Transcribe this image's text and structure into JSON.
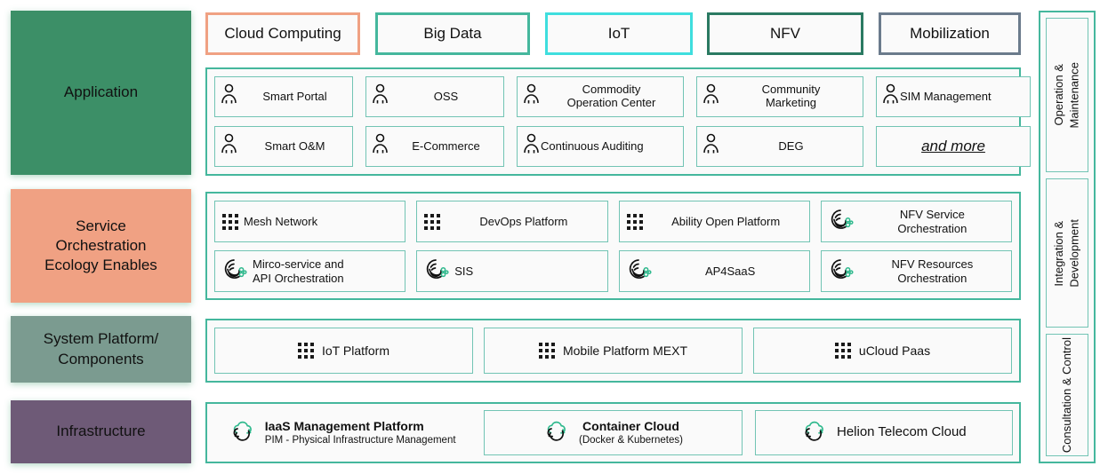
{
  "layers": [
    {
      "id": "application",
      "label": "Application",
      "color": "#3c8f67"
    },
    {
      "id": "service-orchestration",
      "label": "Service\nOrchestration\nEcology Enables",
      "color": "#f0a183"
    },
    {
      "id": "system-platform",
      "label": "System Platform/\nComponents",
      "color": "#7b9b90"
    },
    {
      "id": "infrastructure",
      "label": "Infrastructure",
      "color": "#6e5a77"
    }
  ],
  "tags": [
    {
      "label": "Cloud Computing",
      "border": "#f0a183"
    },
    {
      "label": "Big Data",
      "border": "#45b79d"
    },
    {
      "label": "IoT",
      "border": "#3fdede"
    },
    {
      "label": "NFV",
      "border": "#2b7a62"
    },
    {
      "label": "Mobilization",
      "border": "#6b7b8c"
    }
  ],
  "application_items": [
    {
      "label": "Smart Portal",
      "icon": "person-icon",
      "align": "center"
    },
    {
      "label": "OSS",
      "icon": "person-icon",
      "align": "center"
    },
    {
      "label": "Commodity\nOperation Center",
      "icon": "person-icon",
      "align": "center"
    },
    {
      "label": "Community\nMarketing",
      "icon": "person-icon",
      "align": "center"
    },
    {
      "label": "SIM Management",
      "icon": "person-icon",
      "align": "left"
    },
    {
      "label": "Smart O&M",
      "icon": "person-icon",
      "align": "center"
    },
    {
      "label": "E-Commerce",
      "icon": "person-icon",
      "align": "center"
    },
    {
      "label": "Continuous Auditing",
      "icon": "person-icon",
      "align": "left"
    },
    {
      "label": "DEG",
      "icon": "person-icon",
      "align": "center"
    },
    {
      "label": "and more",
      "icon": "none",
      "align": "center",
      "style": "italic-underline"
    }
  ],
  "service_items": [
    {
      "label": "Mesh Network",
      "icon": "dot-grid-icon",
      "align": "left"
    },
    {
      "label": "DevOps Platform",
      "icon": "dot-grid-icon",
      "align": "center"
    },
    {
      "label": "Ability Open Platform",
      "icon": "dot-grid-icon",
      "align": "center"
    },
    {
      "label": "NFV Service\nOrchestration",
      "icon": "orchestration-icon",
      "align": "center"
    },
    {
      "label": "Mirco-service and\nAPI Orchestration",
      "icon": "orchestration-icon",
      "align": "left"
    },
    {
      "label": "SIS",
      "icon": "orchestration-icon",
      "align": "left"
    },
    {
      "label": "AP4SaaS",
      "icon": "orchestration-icon",
      "align": "center"
    },
    {
      "label": "NFV Resources\nOrchestration",
      "icon": "orchestration-icon",
      "align": "center"
    }
  ],
  "system_items": [
    {
      "label": "IoT Platform",
      "icon": "dot-grid-icon"
    },
    {
      "label": "Mobile Platform MEXT",
      "icon": "dot-grid-icon"
    },
    {
      "label": "uCloud Paas",
      "icon": "dot-grid-icon"
    }
  ],
  "infrastructure_items": [
    {
      "title": "IaaS Management Platform",
      "subtitle": "PIM - Physical Infrastructure Management",
      "icon": "cloud-sync-icon",
      "boxed": false
    },
    {
      "title": "Container Cloud",
      "subtitle": "(Docker & Kubernetes)",
      "icon": "cloud-sync-icon",
      "boxed": true
    },
    {
      "title": "Helion Telecom Cloud",
      "subtitle": "",
      "icon": "cloud-sync-icon",
      "boxed": true
    }
  ],
  "rail_items": [
    {
      "label": "Operation &\nMaintenance"
    },
    {
      "label": "Integration &\nDevelopment"
    },
    {
      "label": "Consultation & Control"
    }
  ],
  "colors": {
    "teal_border": "#45b79d",
    "inner_border": "#72c4b4",
    "card_bg": "#fafafa",
    "accent_green_dot": "#2fb98d"
  }
}
